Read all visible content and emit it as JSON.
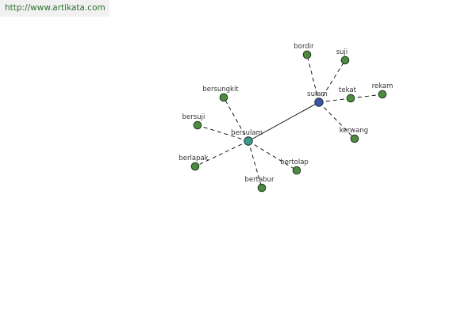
{
  "source_url": "http://www.artikata.com",
  "colors": {
    "leaf_node": "#4e8a40",
    "hub_bersulam": "#3f9a8e",
    "hub_sulam": "#3b55a8"
  },
  "nodes": {
    "sulam": {
      "label": "sulam",
      "kind": "hub"
    },
    "bersulam": {
      "label": "bersulam",
      "kind": "hub"
    },
    "bordir": {
      "label": "bordir",
      "kind": "leaf"
    },
    "suji": {
      "label": "suji",
      "kind": "leaf"
    },
    "tekat": {
      "label": "tekat",
      "kind": "leaf"
    },
    "rekam": {
      "label": "rekam",
      "kind": "leaf"
    },
    "kerwang": {
      "label": "kerwang",
      "kind": "leaf"
    },
    "bersungkit": {
      "label": "bersungkit",
      "kind": "leaf"
    },
    "bersuji": {
      "label": "bersuji",
      "kind": "leaf"
    },
    "berlapak": {
      "label": "berlapak",
      "kind": "leaf"
    },
    "bertabur": {
      "label": "bertabur",
      "kind": "leaf"
    },
    "bertolap": {
      "label": "bertolap",
      "kind": "leaf"
    }
  },
  "edges": [
    {
      "from": "sulam",
      "to": "bersulam",
      "style": "solid"
    },
    {
      "from": "sulam",
      "to": "bordir",
      "style": "dashed"
    },
    {
      "from": "sulam",
      "to": "suji",
      "style": "dashed"
    },
    {
      "from": "sulam",
      "to": "tekat",
      "style": "dashed"
    },
    {
      "from": "tekat",
      "to": "rekam",
      "style": "dashed"
    },
    {
      "from": "sulam",
      "to": "kerwang",
      "style": "dashed"
    },
    {
      "from": "bersulam",
      "to": "bersungkit",
      "style": "dashed"
    },
    {
      "from": "bersulam",
      "to": "bersuji",
      "style": "dashed"
    },
    {
      "from": "bersulam",
      "to": "berlapak",
      "style": "dashed"
    },
    {
      "from": "bersulam",
      "to": "bertabur",
      "style": "dashed"
    },
    {
      "from": "bersulam",
      "to": "bertolap",
      "style": "dashed"
    }
  ]
}
